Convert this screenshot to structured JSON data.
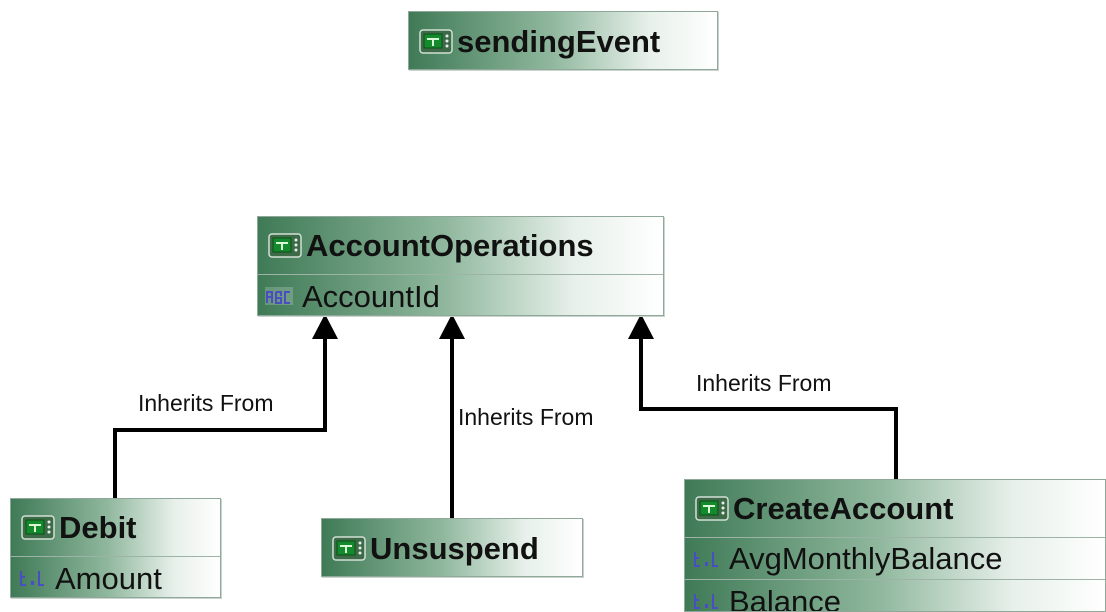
{
  "diagram": {
    "nodes": {
      "sendingEvent": {
        "title": "sendingEvent",
        "icon": "class-icon"
      },
      "accountOperations": {
        "title": "AccountOperations",
        "icon": "class-icon",
        "attributes": [
          {
            "name": "AccountId",
            "type_icon": "string-type-icon"
          }
        ]
      },
      "debit": {
        "title": "Debit",
        "icon": "class-icon",
        "attributes": [
          {
            "name": "Amount",
            "type_icon": "numeric-type-icon"
          }
        ]
      },
      "unsuspend": {
        "title": "Unsuspend",
        "icon": "class-icon"
      },
      "createAccount": {
        "title": "CreateAccount",
        "icon": "class-icon",
        "attributes": [
          {
            "name": "AvgMonthlyBalance",
            "type_icon": "numeric-type-icon"
          },
          {
            "name": "Balance",
            "type_icon": "numeric-type-icon"
          }
        ]
      }
    },
    "edges": [
      {
        "from": "Debit",
        "to": "AccountOperations",
        "label": "Inherits From"
      },
      {
        "from": "Unsuspend",
        "to": "AccountOperations",
        "label": "Inherits From"
      },
      {
        "from": "CreateAccount",
        "to": "AccountOperations",
        "label": "Inherits From"
      }
    ],
    "colors": {
      "node_gradient_dark": "#3f7a56",
      "node_gradient_light": "#ffffff",
      "connector": "#000000",
      "type_icon": "#4b4ec2"
    }
  }
}
